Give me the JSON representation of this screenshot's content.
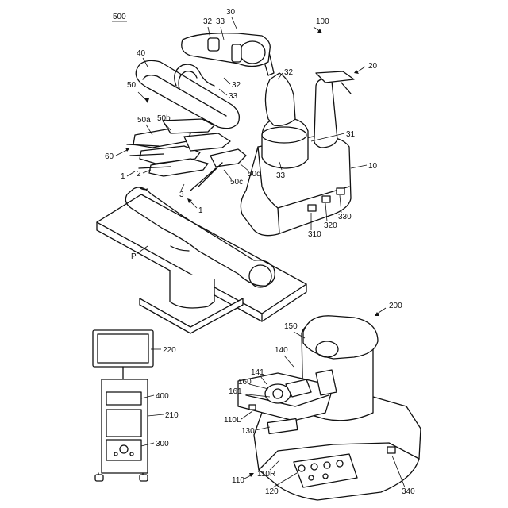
{
  "labels": {
    "system": "500",
    "patient_side": "100",
    "arm_base": "30",
    "arm_32a": "32",
    "arm_33a": "33",
    "arm_32b": "32",
    "arm_33b": "33",
    "arm_32c": "32",
    "arm_33c": "33",
    "console_unit": "20",
    "platform": "40",
    "arms_group": "50",
    "arm_50a": "50a",
    "arm_50b": "50b",
    "instrument": "60",
    "joint_31": "31",
    "base_10": "10",
    "arm_50d": "50d",
    "arm_50c": "50c",
    "inst_1a": "1",
    "inst_2": "2",
    "inst_3": "3",
    "inst_1b": "1",
    "box_310": "310",
    "box_320": "320",
    "box_330": "330",
    "patient": "P",
    "surgeon_console": "200",
    "viewer": "150",
    "arm_rest": "140",
    "hand_ctrl": "141",
    "grip_160": "160",
    "grip_161": "161",
    "handle_110L": "110L",
    "pedal_130": "130",
    "handles_110": "110",
    "handle_110R": "110R",
    "pedal_120": "120",
    "console_box": "340",
    "monitor": "220",
    "cart_400": "400",
    "cart_210": "210",
    "cart_300": "300"
  }
}
